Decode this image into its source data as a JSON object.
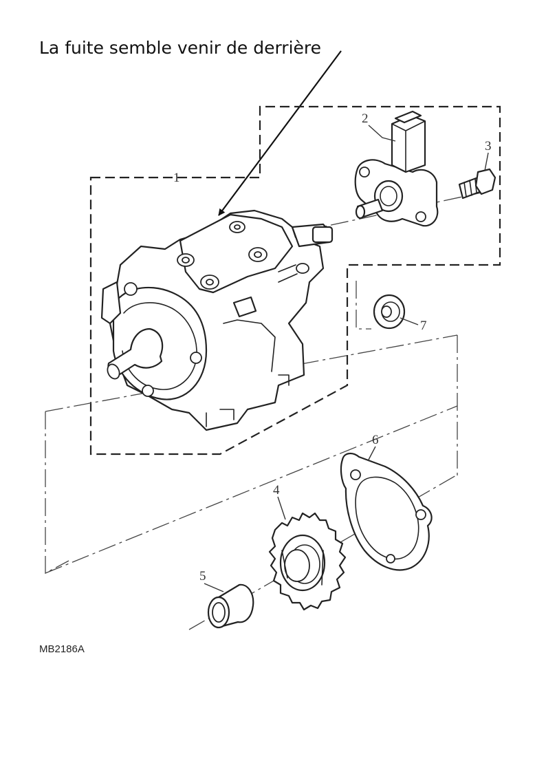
{
  "annotation": {
    "text": "La fuite semble venir de derrière"
  },
  "diagram": {
    "reference_code": "MB2186A",
    "callouts": [
      "1",
      "2",
      "3",
      "4",
      "5",
      "6",
      "7"
    ]
  },
  "colors": {
    "line": "#222222",
    "background": "#ffffff"
  }
}
